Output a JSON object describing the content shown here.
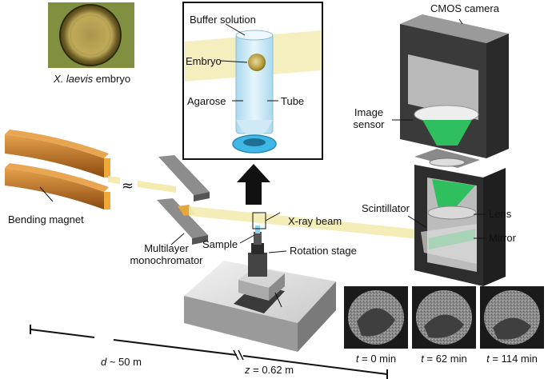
{
  "labels": {
    "embryo_caption": "X. laevis embryo",
    "embryo_caption_species": "X. laevis",
    "embryo_caption_rest": " embryo",
    "buffer_solution": "Buffer solution",
    "embryo": "Embryo",
    "agarose": "Agarose",
    "tube": "Tube",
    "cmos_camera": "CMOS camera",
    "image_sensor_line1": "Image",
    "image_sensor_line2": "sensor",
    "scintillator": "Scintillator",
    "lens": "Lens",
    "mirror": "Mirror",
    "bending_magnet": "Bending magnet",
    "xray_beam": "X-ray beam",
    "sample": "Sample",
    "rotation_stage": "Rotation stage",
    "monochromator_line1": "Multilayer",
    "monochromator_line2": "monochromator",
    "distance_d_var": "d",
    "distance_d_val": " ~ 50 m",
    "distance_z_var": "z",
    "distance_z_val": " = 0.62 m"
  },
  "timepoints": [
    {
      "var": "t",
      "value": " = 0 min"
    },
    {
      "var": "t",
      "value": " = 62 min"
    },
    {
      "var": "t",
      "value": " = 114 min"
    }
  ],
  "colors": {
    "magnet_orange": "#c8741a",
    "beam_yellow": "#f3ebb0",
    "green_light": "#2fbf5f",
    "tube_blue": "#bfe3f2",
    "ring_blue": "#40b8e6",
    "box_dark": "#3a3a3a",
    "box_gray": "#b9b9b9"
  }
}
